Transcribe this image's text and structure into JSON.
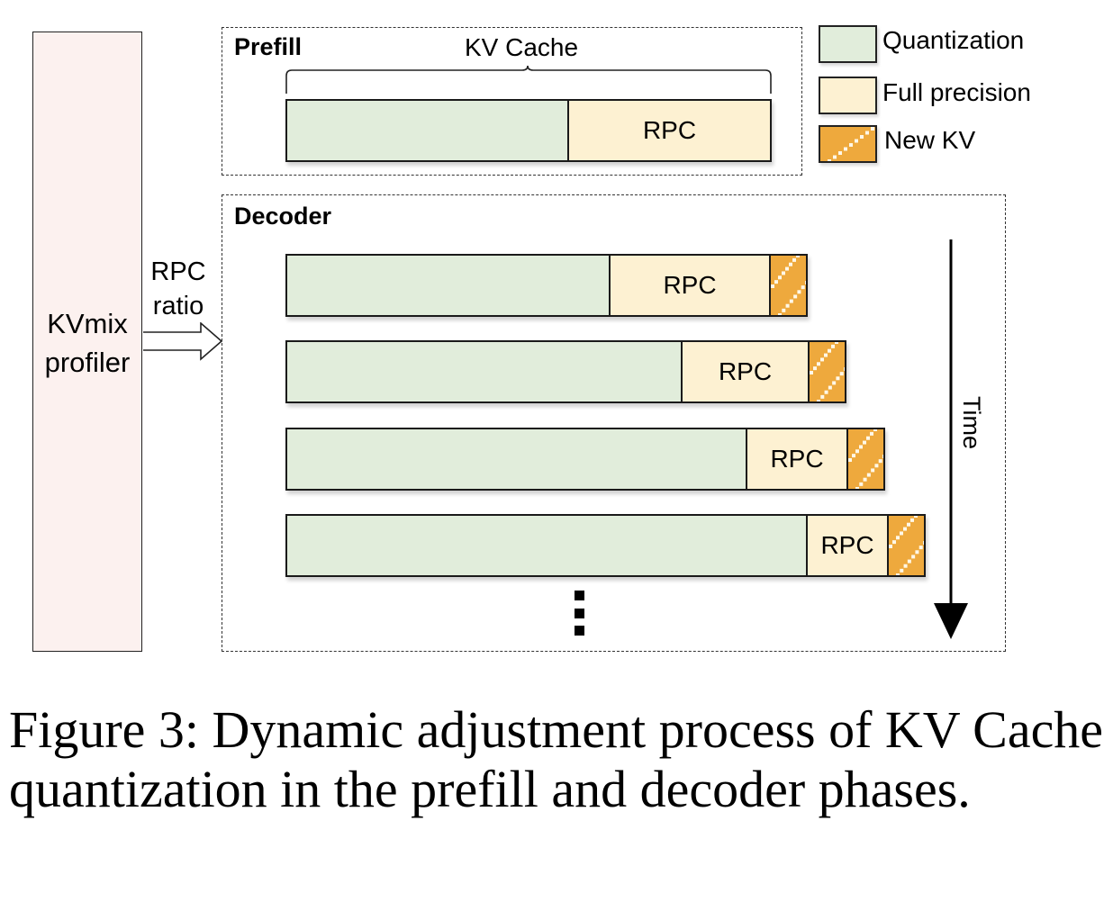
{
  "profiler": {
    "line1": "KVmix",
    "line2": "profiler"
  },
  "arrow_label": {
    "line1": "RPC",
    "line2": "ratio"
  },
  "prefill": {
    "title": "Prefill",
    "brace_label": "KV Cache",
    "bar": {
      "quantization_fraction": 0.579,
      "full_precision_label": "RPC"
    }
  },
  "decoder": {
    "title": "Decoder",
    "time_label": "Time",
    "continuation": "⋮",
    "rows": [
      {
        "quantization": 359,
        "full_precision": 178,
        "new_kv": 43,
        "label": "RPC"
      },
      {
        "quantization": 439,
        "full_precision": 141,
        "new_kv": 43,
        "label": "RPC"
      },
      {
        "quantization": 511,
        "full_precision": 112,
        "new_kv": 43,
        "label": "RPC"
      },
      {
        "quantization": 578,
        "full_precision": 90,
        "new_kv": 43,
        "label": "RPC"
      }
    ]
  },
  "legend": [
    {
      "label": "Quantization",
      "color": "#e1eddb",
      "pattern": "solid"
    },
    {
      "label": "Full precision",
      "color": "#fdf1d2",
      "pattern": "solid"
    },
    {
      "label": "New KV",
      "color": "#eea93d",
      "pattern": "dotted-diagonal"
    }
  ],
  "caption": "Figure 3: Dynamic adjustment process of KV Cache quantization in the prefill and decoder phases."
}
